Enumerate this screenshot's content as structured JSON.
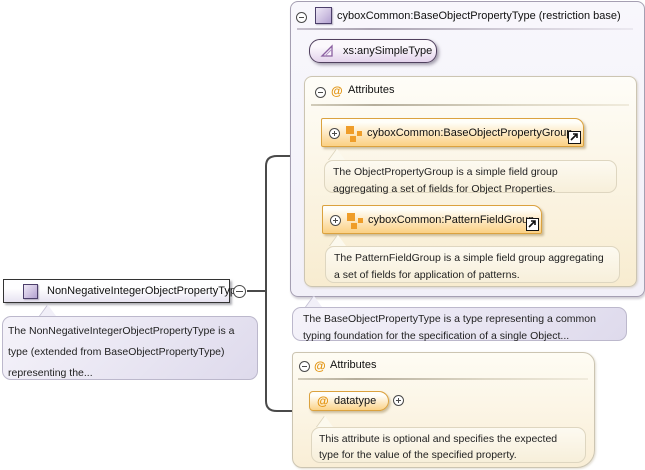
{
  "icons": {
    "at_glyph": "@"
  },
  "main": {
    "title": "NonNegativeIntegerObjectPropertyType",
    "annotation": "The NonNegativeIntegerObjectPropertyType is a type (extended from BaseObjectPropertyType) representing the..."
  },
  "base_panel": {
    "title": "cyboxCommon:BaseObjectPropertyType (restriction base)",
    "base_type": "xs:anySimpleType",
    "attributes_label": "Attributes",
    "groups": [
      {
        "name": "cyboxCommon:BaseObjectPropertyGroup",
        "annotation": "The ObjectPropertyGroup is a simple field group aggregating a set of fields for Object Properties."
      },
      {
        "name": "cyboxCommon:PatternFieldGroup",
        "annotation": "The PatternFieldGroup is a simple field group aggregating a set of fields for application of patterns."
      }
    ],
    "annotation": "The BaseObjectPropertyType is a type representing a common typing foundation for the specification of a single Object..."
  },
  "attributes_panel": {
    "attributes_label": "Attributes",
    "attribute": {
      "name": "datatype",
      "annotation": "This attribute is optional and specifies the expected type for the value of the specified property."
    }
  },
  "colors": {
    "accent_orange": "#DBA23F",
    "accent_purple": "#8F7FB5",
    "attribute_at": "#E2920E",
    "connector": "#4A4A4A",
    "panel_cream": "#F8ECD0",
    "panel_lavender": "#F2F0F8"
  }
}
